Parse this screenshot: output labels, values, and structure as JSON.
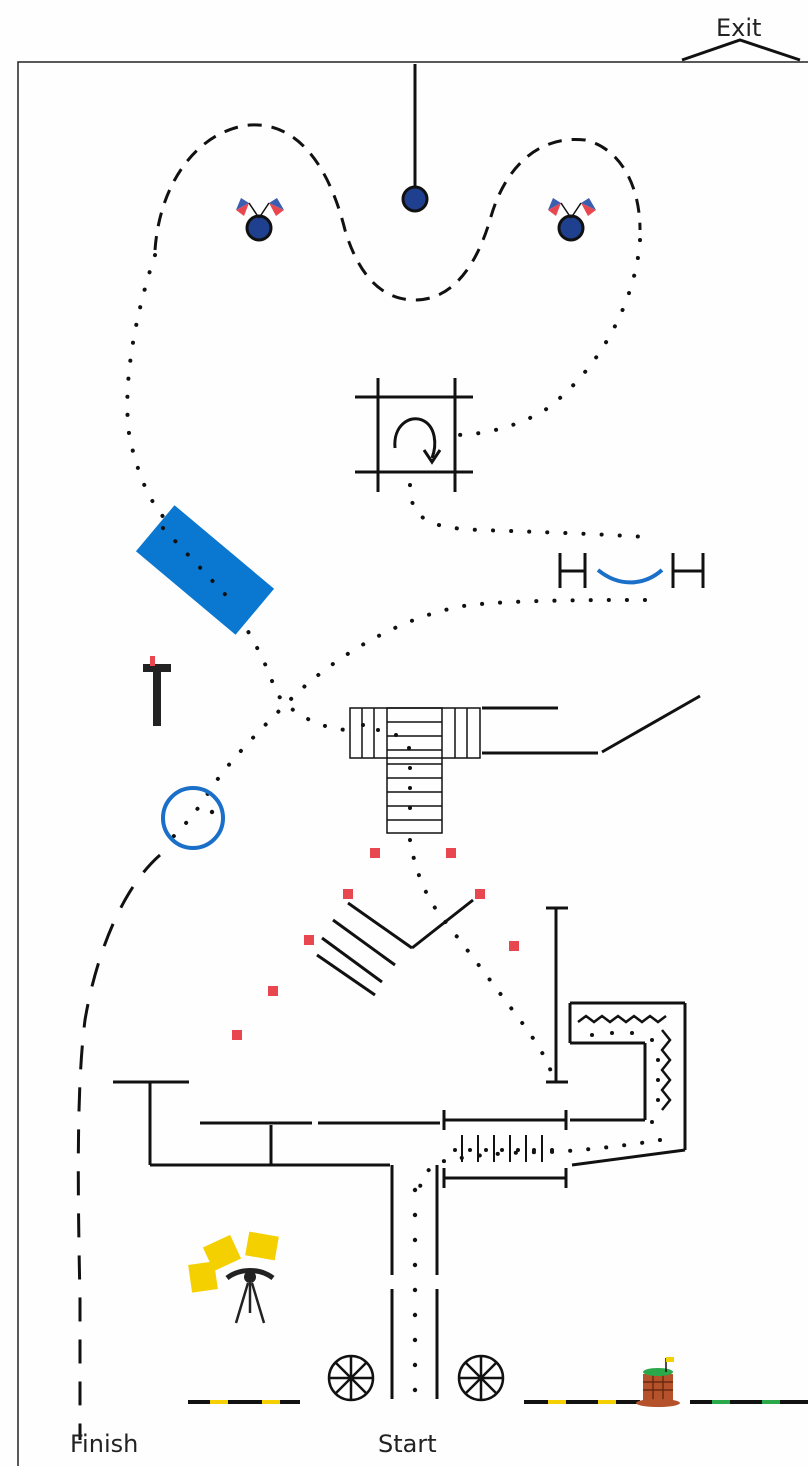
{
  "labels": {
    "exit": "Exit",
    "finish": "Finish",
    "start": "Start"
  },
  "colors": {
    "line": "#111111",
    "tunnel": "#0a78d0",
    "ring": "#1a6fc8",
    "marker": "#e8474f",
    "blue_dot": "#1f3f8f",
    "yellow": "#f4d000",
    "green": "#2aa84a",
    "bridge": "#1a6fc8"
  },
  "icons": [
    "flag-pair-icon",
    "wheel-icon",
    "sign-post-icon",
    "juggling-stand-icon",
    "basket-icon",
    "u-turn-arrow-icon"
  ]
}
